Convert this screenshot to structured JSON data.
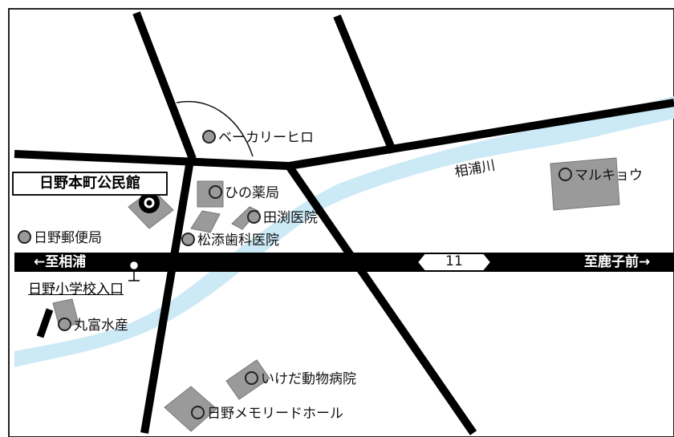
{
  "map": {
    "places": {
      "community_hall": "日野本町公民館",
      "bakery": "ベーカリーヒロ",
      "pharmacy": "ひの薬局",
      "clinic": "田渕医院",
      "dental": "松添歯科医院",
      "post_office": "日野郵便局",
      "bus_stop": "日野小学校入口",
      "fish_shop": "丸富水産",
      "vet": "いけだ動物病院",
      "memorial_hall": "日野メモリードホール",
      "store": "マルキョウ"
    },
    "river_name": "相浦川",
    "road": {
      "west_direction": "←至相浦",
      "east_direction": "至鹿子前→",
      "route_number": "11"
    },
    "colors": {
      "road": "#000000",
      "river": "#cce9f6",
      "building": "#9a9a9a",
      "poi_dot": "#9a9a9a"
    },
    "icons": {
      "poi_marker": "circle-marker-icon",
      "target_marker": "target-marker-icon",
      "bus_stop_marker": "bus-stop-icon",
      "route_shield": "route-shield-icon"
    }
  }
}
